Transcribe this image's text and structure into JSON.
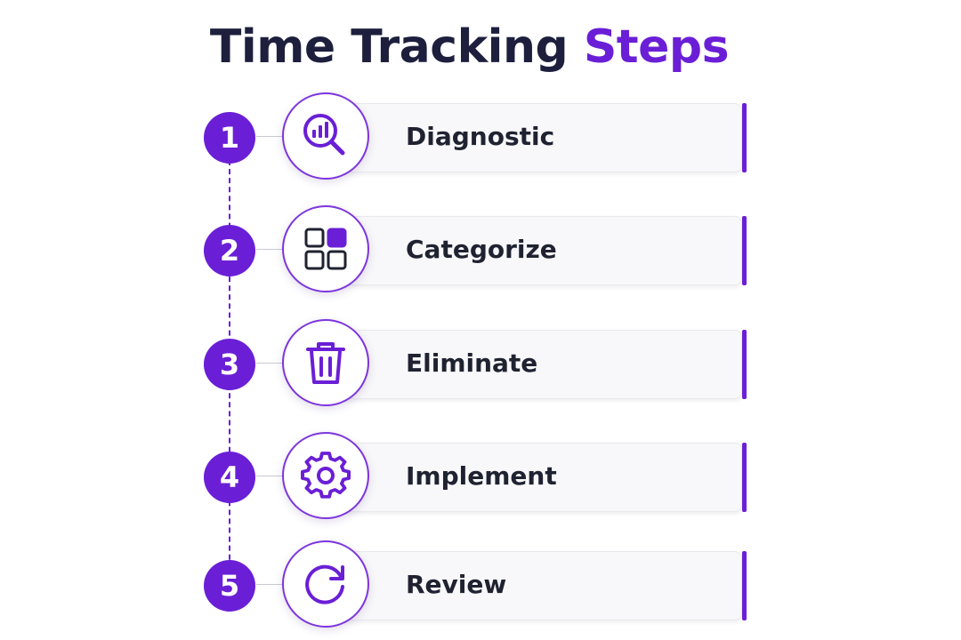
{
  "title": {
    "part1": "Time Tracking",
    "part2": "Steps"
  },
  "colors": {
    "accent": "#6a1fd6",
    "title_text": "#1d1f3d",
    "label_text": "#1f2230"
  },
  "steps": [
    {
      "number": "1",
      "label": "Diagnostic",
      "icon": "magnifier-chart-icon"
    },
    {
      "number": "2",
      "label": "Categorize",
      "icon": "grid-categories-icon"
    },
    {
      "number": "3",
      "label": "Eliminate",
      "icon": "trash-icon"
    },
    {
      "number": "4",
      "label": "Implement",
      "icon": "gear-icon"
    },
    {
      "number": "5",
      "label": "Review",
      "icon": "refresh-icon"
    }
  ]
}
